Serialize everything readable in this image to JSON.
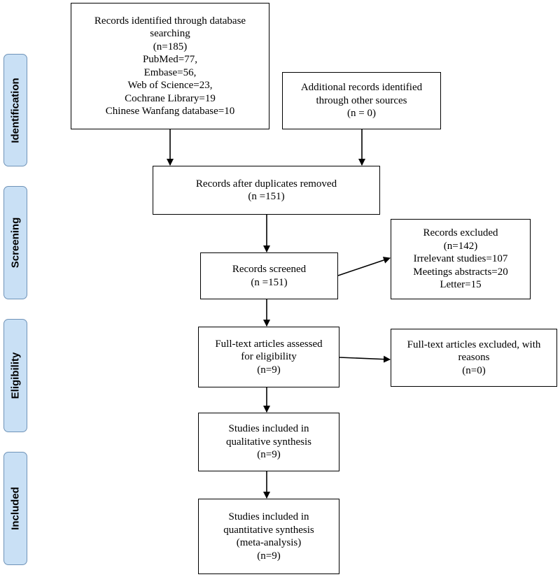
{
  "stages": {
    "identification": "Identification",
    "screening": "Screening",
    "eligibility": "Eligibility",
    "included": "Included"
  },
  "boxes": {
    "database_search": [
      "Records identified through database",
      "searching",
      "(n=185)",
      "PubMed=77,",
      "Embase=56,",
      "Web of Science=23,",
      "Cochrane Library=19",
      "Chinese Wanfang database=10"
    ],
    "other_sources": [
      "Additional records identified",
      "through other sources",
      "(n = 0)"
    ],
    "after_duplicates": [
      "Records after duplicates removed",
      "(n =151)"
    ],
    "screened": [
      "Records screened",
      "(n =151)"
    ],
    "excluded": [
      "Records excluded",
      "(n=142)",
      "Irrelevant studies=107",
      "Meetings abstracts=20",
      "Letter=15"
    ],
    "fulltext_assessed": [
      "Full-text articles assessed",
      "for eligibility",
      "(n=9)"
    ],
    "fulltext_excluded": [
      "Full-text articles excluded, with",
      "reasons",
      "(n=0)"
    ],
    "qualitative": [
      "Studies included in",
      "qualitative synthesis",
      "(n=9)"
    ],
    "quantitative": [
      "Studies included in",
      "quantitative synthesis",
      "(meta-analysis)",
      "(n=9)"
    ]
  }
}
